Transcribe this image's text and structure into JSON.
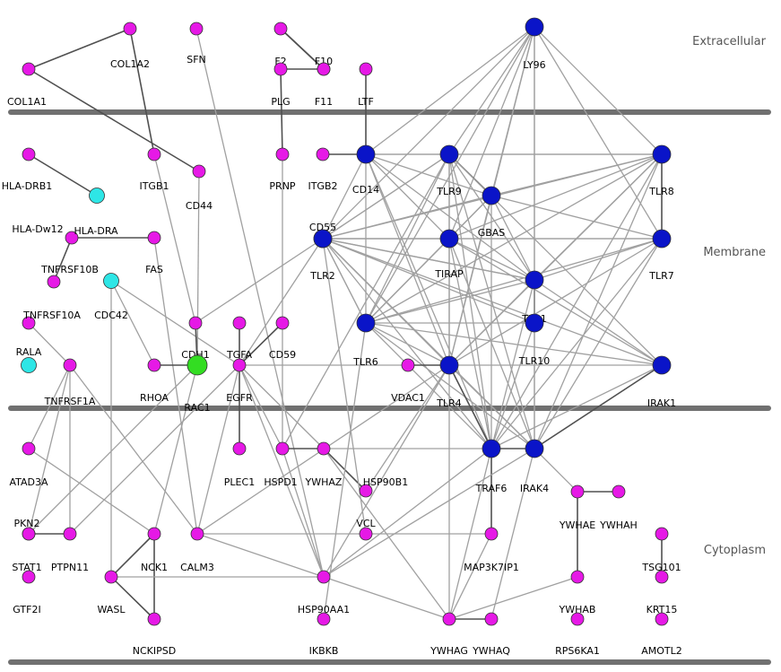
{
  "colors": {
    "magenta": "#e619e6",
    "blue": "#0a14c8",
    "cyan": "#2ee6e6",
    "green": "#33dd22",
    "edge_light": "#a0a0a0",
    "edge_dark": "#505050",
    "separator": "#707070"
  },
  "regions": [
    "Extracellular",
    "Membrane",
    "Cytoplasm"
  ],
  "nodes": [
    {
      "id": "COL1A1",
      "kind": "magenta"
    },
    {
      "id": "COL1A2",
      "kind": "magenta"
    },
    {
      "id": "SFN",
      "kind": "magenta"
    },
    {
      "id": "F2",
      "kind": "magenta"
    },
    {
      "id": "F10",
      "kind": "magenta"
    },
    {
      "id": "PLG",
      "kind": "magenta"
    },
    {
      "id": "F11",
      "kind": "magenta"
    },
    {
      "id": "LTF",
      "kind": "magenta"
    },
    {
      "id": "LY96",
      "kind": "blue"
    },
    {
      "id": "HLA-DRB1",
      "kind": "magenta"
    },
    {
      "id": "HLA-Dw12",
      "kind": "cyan"
    },
    {
      "id": "ITGB1",
      "kind": "magenta"
    },
    {
      "id": "CD44",
      "kind": "magenta"
    },
    {
      "id": "PRNP",
      "kind": "magenta"
    },
    {
      "id": "ITGB2",
      "kind": "magenta"
    },
    {
      "id": "CD14",
      "kind": "blue"
    },
    {
      "id": "TLR9",
      "kind": "blue"
    },
    {
      "id": "GBAS",
      "kind": "blue"
    },
    {
      "id": "TLR8",
      "kind": "blue"
    },
    {
      "id": "HLA-DRA",
      "kind": "magenta"
    },
    {
      "id": "FAS",
      "kind": "magenta"
    },
    {
      "id": "CD55",
      "kind": "blue"
    },
    {
      "id": "TIRAP",
      "kind": "blue"
    },
    {
      "id": "TLR7",
      "kind": "blue"
    },
    {
      "id": "TNFRSF10B",
      "kind": "magenta"
    },
    {
      "id": "CDC42",
      "kind": "cyan"
    },
    {
      "id": "TLR2",
      "kind": "blue"
    },
    {
      "id": "TLR1",
      "kind": "blue"
    },
    {
      "id": "TNFRSF10A",
      "kind": "magenta"
    },
    {
      "id": "CDH1",
      "kind": "magenta"
    },
    {
      "id": "TGFA",
      "kind": "magenta"
    },
    {
      "id": "CD59",
      "kind": "magenta"
    },
    {
      "id": "TLR6",
      "kind": "blue"
    },
    {
      "id": "TLR10",
      "kind": "blue"
    },
    {
      "id": "RALA",
      "kind": "cyan"
    },
    {
      "id": "RHOA",
      "kind": "magenta"
    },
    {
      "id": "RAC1",
      "kind": "green"
    },
    {
      "id": "EGFR",
      "kind": "magenta"
    },
    {
      "id": "VDAC1",
      "kind": "magenta"
    },
    {
      "id": "TLR4",
      "kind": "blue"
    },
    {
      "id": "IRAK1",
      "kind": "blue"
    },
    {
      "id": "TNFRSF1A",
      "kind": "magenta"
    },
    {
      "id": "ATAD3A",
      "kind": "magenta"
    },
    {
      "id": "PLEC1",
      "kind": "magenta"
    },
    {
      "id": "HSPD1",
      "kind": "magenta"
    },
    {
      "id": "YWHAZ",
      "kind": "magenta"
    },
    {
      "id": "HSP90B1",
      "kind": "magenta"
    },
    {
      "id": "TRAF6",
      "kind": "blue"
    },
    {
      "id": "IRAK4",
      "kind": "blue"
    },
    {
      "id": "YWHAE",
      "kind": "magenta"
    },
    {
      "id": "YWHAH",
      "kind": "magenta"
    },
    {
      "id": "PKN2",
      "kind": "magenta"
    },
    {
      "id": "PTPN11",
      "kind": "magenta"
    },
    {
      "id": "NCK1",
      "kind": "magenta"
    },
    {
      "id": "CALM3",
      "kind": "magenta"
    },
    {
      "id": "VCL",
      "kind": "magenta"
    },
    {
      "id": "MAP3K7IP1",
      "kind": "magenta"
    },
    {
      "id": "STAT1",
      "kind": "magenta"
    },
    {
      "id": "TSG101",
      "kind": "magenta"
    },
    {
      "id": "GTF2I",
      "kind": "magenta"
    },
    {
      "id": "WASL",
      "kind": "magenta"
    },
    {
      "id": "HSP90AA1",
      "kind": "magenta"
    },
    {
      "id": "YWHAB",
      "kind": "magenta"
    },
    {
      "id": "KRT15",
      "kind": "magenta"
    },
    {
      "id": "NCKIPSD",
      "kind": "magenta"
    },
    {
      "id": "IKBKB",
      "kind": "magenta"
    },
    {
      "id": "YWHAG",
      "kind": "magenta"
    },
    {
      "id": "YWHAQ",
      "kind": "magenta"
    },
    {
      "id": "RPS6KA1",
      "kind": "magenta"
    },
    {
      "id": "AMOTL2",
      "kind": "magenta"
    }
  ],
  "edges": [
    [
      "COL1A1",
      "COL1A2"
    ],
    [
      "COL1A2",
      "ITGB1"
    ],
    [
      "COL1A1",
      "CD44"
    ],
    [
      "SFN",
      "HSP90AA1"
    ],
    [
      "F2",
      "F10"
    ],
    [
      "F2",
      "F11"
    ],
    [
      "F10",
      "F11"
    ],
    [
      "F10",
      "PLG"
    ],
    [
      "PLG",
      "PRNP"
    ],
    [
      "PRNP",
      "HSPD1"
    ],
    [
      "LTF",
      "CD14"
    ],
    [
      "ITGB2",
      "CD14"
    ],
    [
      "HLA-DRB1",
      "HLA-Dw12"
    ],
    [
      "HLA-DRA",
      "FAS"
    ],
    [
      "HLA-DRA",
      "TNFRSF10B"
    ],
    [
      "FAS",
      "CALM3"
    ],
    [
      "ITGB1",
      "CDH1"
    ],
    [
      "CD44",
      "RAC1"
    ],
    [
      "CDC42",
      "RHOA"
    ],
    [
      "CDC42",
      "WASL"
    ],
    [
      "CDC42",
      "EGFR"
    ],
    [
      "TNFRSF1A",
      "ATAD3A"
    ],
    [
      "TNFRSF1A",
      "STAT1"
    ],
    [
      "TNFRSF1A",
      "PTPN11"
    ],
    [
      "TNFRSF1A",
      "CALM3"
    ],
    [
      "TNFRSF10A",
      "TNFRSF1A"
    ],
    [
      "CDH1",
      "RAC1"
    ],
    [
      "TGFA",
      "EGFR"
    ],
    [
      "CD59",
      "EGFR"
    ],
    [
      "RHOA",
      "RAC1"
    ],
    [
      "RAC1",
      "NCK1"
    ],
    [
      "RAC1",
      "PKN2"
    ],
    [
      "EGFR",
      "PLEC1"
    ],
    [
      "EGFR",
      "HSPD1"
    ],
    [
      "EGFR",
      "YWHAZ"
    ],
    [
      "EGFR",
      "CALM3"
    ],
    [
      "EGFR",
      "PTPN11"
    ],
    [
      "EGFR",
      "VDAC1"
    ],
    [
      "EGFR",
      "CD55"
    ],
    [
      "EGFR",
      "HSP90AA1"
    ],
    [
      "HSPD1",
      "YWHAZ"
    ],
    [
      "HSPD1",
      "HSP90AA1"
    ],
    [
      "YWHAZ",
      "HSP90B1"
    ],
    [
      "YWHAZ",
      "TRAF6"
    ],
    [
      "YWHAZ",
      "YWHAG"
    ],
    [
      "PKN2",
      "PTPN11"
    ],
    [
      "PKN2",
      "STAT1"
    ],
    [
      "ATAD3A",
      "NCK1"
    ],
    [
      "NCK1",
      "WASL"
    ],
    [
      "NCK1",
      "NCKIPSD"
    ],
    [
      "WASL",
      "HSP90AA1"
    ],
    [
      "WASL",
      "NCKIPSD"
    ],
    [
      "CALM3",
      "MAP3K7IP1"
    ],
    [
      "CALM3",
      "HSP90AA1"
    ],
    [
      "HSP90AA1",
      "TRAF6"
    ],
    [
      "HSP90AA1",
      "YWHAG"
    ],
    [
      "MAP3K7IP1",
      "TRAF6"
    ],
    [
      "MAP3K7IP1",
      "YWHAG"
    ],
    [
      "YWHAG",
      "YWHAQ"
    ],
    [
      "YWHAG",
      "YWHAB"
    ],
    [
      "YWHAE",
      "YWHAH"
    ],
    [
      "YWHAE",
      "YWHAB"
    ],
    [
      "YWHAE",
      "IRAK4"
    ],
    [
      "TSG101",
      "KRT15"
    ],
    [
      "LY96",
      "CD14"
    ],
    [
      "LY96",
      "TLR2"
    ],
    [
      "LY96",
      "TLR4"
    ],
    [
      "LY96",
      "TLR6"
    ],
    [
      "LY96",
      "TLR1"
    ],
    [
      "LY96",
      "TLR9"
    ],
    [
      "LY96",
      "TLR8"
    ],
    [
      "LY96",
      "TLR7"
    ],
    [
      "LY96",
      "TIRAP"
    ],
    [
      "LY96",
      "GBAS"
    ],
    [
      "LY96",
      "TLR10"
    ],
    [
      "CD14",
      "TLR2"
    ],
    [
      "CD14",
      "TLR4"
    ],
    [
      "CD14",
      "TLR6"
    ],
    [
      "CD14",
      "TLR9"
    ],
    [
      "CD14",
      "TLR8"
    ],
    [
      "CD14",
      "TLR1"
    ],
    [
      "CD14",
      "TIRAP"
    ],
    [
      "CD14",
      "GBAS"
    ],
    [
      "CD14",
      "TRAF6"
    ],
    [
      "CD55",
      "TLR2"
    ],
    [
      "CD55",
      "TLR9"
    ],
    [
      "CD55",
      "TLR1"
    ],
    [
      "CD55",
      "TIRAP"
    ],
    [
      "CD55",
      "TLR4"
    ],
    [
      "CD55",
      "TLR6"
    ],
    [
      "CD55",
      "GBAS"
    ],
    [
      "TLR9",
      "GBAS"
    ],
    [
      "TLR9",
      "TIRAP"
    ],
    [
      "TLR9",
      "TLR8"
    ],
    [
      "TLR9",
      "TLR1"
    ],
    [
      "TLR9",
      "TLR4"
    ],
    [
      "TLR9",
      "TLR6"
    ],
    [
      "TLR9",
      "TLR2"
    ],
    [
      "TLR9",
      "TRAF6"
    ],
    [
      "TLR9",
      "IRAK4"
    ],
    [
      "TLR9",
      "IRAK1"
    ],
    [
      "GBAS",
      "TIRAP"
    ],
    [
      "GBAS",
      "TLR1"
    ],
    [
      "GBAS",
      "TLR8"
    ],
    [
      "GBAS",
      "TLR7"
    ],
    [
      "GBAS",
      "TLR6"
    ],
    [
      "GBAS",
      "TLR4"
    ],
    [
      "GBAS",
      "TRAF6"
    ],
    [
      "TIRAP",
      "TLR1"
    ],
    [
      "TIRAP",
      "TLR2"
    ],
    [
      "TIRAP",
      "TLR4"
    ],
    [
      "TIRAP",
      "TLR6"
    ],
    [
      "TIRAP",
      "TLR8"
    ],
    [
      "TIRAP",
      "TLR7"
    ],
    [
      "TIRAP",
      "TRAF6"
    ],
    [
      "TIRAP",
      "IRAK4"
    ],
    [
      "TIRAP",
      "IRAK1"
    ],
    [
      "TLR1",
      "TLR2"
    ],
    [
      "TLR1",
      "TLR6"
    ],
    [
      "TLR1",
      "TLR10"
    ],
    [
      "TLR1",
      "TLR4"
    ],
    [
      "TLR1",
      "TLR8"
    ],
    [
      "TLR1",
      "TLR7"
    ],
    [
      "TLR1",
      "TRAF6"
    ],
    [
      "TLR1",
      "IRAK4"
    ],
    [
      "TLR1",
      "IRAK1"
    ],
    [
      "TLR10",
      "TLR6"
    ],
    [
      "TLR10",
      "TLR2"
    ],
    [
      "TLR10",
      "TRAF6"
    ],
    [
      "TLR10",
      "IRAK4"
    ],
    [
      "TLR8",
      "TLR7"
    ],
    [
      "TLR8",
      "TLR6"
    ],
    [
      "TLR8",
      "TLR4"
    ],
    [
      "TLR8",
      "TRAF6"
    ],
    [
      "TLR8",
      "IRAK4"
    ],
    [
      "TLR8",
      "TLR2"
    ],
    [
      "TLR7",
      "TLR4"
    ],
    [
      "TLR7",
      "TRAF6"
    ],
    [
      "TLR7",
      "IRAK4"
    ],
    [
      "TLR7",
      "TLR6"
    ],
    [
      "TLR7",
      "TLR2"
    ],
    [
      "TLR2",
      "TLR6"
    ],
    [
      "TLR2",
      "TLR4"
    ],
    [
      "TLR2",
      "TRAF6"
    ],
    [
      "TLR2",
      "IRAK4"
    ],
    [
      "TLR2",
      "IRAK1"
    ],
    [
      "TLR6",
      "TLR4"
    ],
    [
      "TLR6",
      "TRAF6"
    ],
    [
      "TLR6",
      "IRAK4"
    ],
    [
      "TLR6",
      "IRAK1"
    ],
    [
      "TLR4",
      "TRAF6"
    ],
    [
      "TLR4",
      "IRAK4"
    ],
    [
      "TLR4",
      "IRAK1"
    ],
    [
      "TLR4",
      "VDAC1"
    ],
    [
      "TLR4",
      "HSP90B1"
    ],
    [
      "TLR4",
      "YWHAG"
    ],
    [
      "IRAK1",
      "TRAF6"
    ],
    [
      "IRAK1",
      "IRAK4"
    ],
    [
      "TRAF6",
      "IRAK4"
    ],
    [
      "TRAF6",
      "YWHAG"
    ],
    [
      "IRAK4",
      "HSP90AA1"
    ],
    [
      "IRAK4",
      "YWHAQ"
    ],
    [
      "TLR4",
      "HSP90AA1"
    ],
    [
      "TLR4",
      "CALM3"
    ],
    [
      "TLR2",
      "CDH1"
    ],
    [
      "TLR2",
      "VCL"
    ],
    [
      "TLR6",
      "IKBKB"
    ],
    [
      "TLR9",
      "HSPD1"
    ]
  ]
}
